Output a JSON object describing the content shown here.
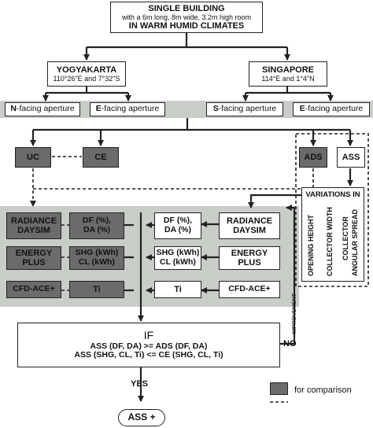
{
  "title": {
    "line1": "SINGLE BUILDING",
    "line2": "with a 6m long, 8m wide, 3.2m high room",
    "line3": "IN WARM HUMID CLIMATES"
  },
  "cities": [
    {
      "name": "YOGYAKARTA",
      "coords": "110°26\"E and 7°32\"S"
    },
    {
      "name": "SINGAPORE",
      "coords": "114°E and 1°4\"N"
    }
  ],
  "apertures": [
    {
      "letter": "N",
      "rest": "-facing aperture"
    },
    {
      "letter": "E",
      "rest": "-facing aperture"
    },
    {
      "letter": "S",
      "rest": "-facing aperture"
    },
    {
      "letter": "E",
      "rest": "-facing aperture"
    }
  ],
  "configs": {
    "uc": "UC",
    "ce": "CE",
    "ads": "ADS",
    "ass": "ASS"
  },
  "variations": {
    "title1": "VARIATIONS IN",
    "col1": "OPENING HEIGHT",
    "col2": "COLLECTOR WIDTH",
    "col3a": "COLLECTOR",
    "col3b": "ANGULAR SPREAD"
  },
  "tools": {
    "radiance1": "RADIANCE",
    "radiance2": "DAYSIM",
    "energy1": "ENERGY",
    "energy2": "PLUS",
    "cfd": "CFD-ACE+"
  },
  "metrics": {
    "df1": "DF (%),",
    "df2": "DA (%)",
    "shg1": "SHG (kWh)",
    "shg2": "CL (kWh)",
    "ti": "Ti"
  },
  "decision": {
    "if": "IF",
    "cond1": "ASS (DF, DA) >= ADS (DF, DA)",
    "cond2": "ASS (SHG, CL, Ti) <= CE (SHG, CL, Ti)",
    "no": "NO",
    "yes": "YES",
    "improvement": "IMPROVEMENT"
  },
  "result": "ASS +",
  "legend": {
    "label": "for comparison"
  },
  "colors": {
    "band": "#c9cdc8",
    "dark_box": "#6b6b6b",
    "line": "#222222"
  }
}
